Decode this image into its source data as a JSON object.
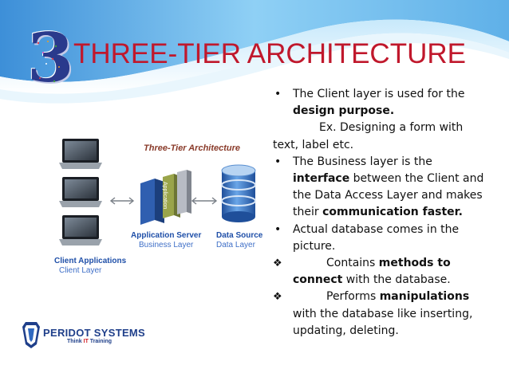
{
  "slide": {
    "number": "3",
    "title": "THREE-TIER ARCHITECTURE"
  },
  "bullets": {
    "b1_l1": "The Client layer is used for the",
    "b1_bold": "design purpose.",
    "b1_note_l1": "Ex. Designing a form with",
    "b1_note_l2": "text, label etc.",
    "b2_l1": "The Business layer is the",
    "b2_bold1": "interface",
    "b2_l2_rest": " between the Client and",
    "b2_l3": "the Data Access Layer and makes",
    "b2_l4_pre": "their ",
    "b2_bold2": "communication faster.",
    "b3_l1": "Actual database comes in the",
    "b3_l2": "picture.",
    "d1_l1_pre": "Contains ",
    "d1_bold1": "methods to",
    "d1_bold2": "connect",
    "d1_l2_rest": " with the database.",
    "d2_l1_pre": "Performs ",
    "d2_bold": "manipulations",
    "d2_l2": "with the database like inserting,",
    "d2_l3": "updating, deleting."
  },
  "diagram": {
    "title": "Three-Tier Architecture",
    "app_book_label": "Application",
    "application_server": "Application Server",
    "business_layer": "Business Layer",
    "data_source": "Data Source",
    "data_layer": "Data Layer",
    "client_applications": "Client Applications",
    "client_layer": "Client Layer"
  },
  "logo": {
    "name": "PERIDOT SYSTEMS",
    "tag_pre": "Think ",
    "tag_it": "IT",
    "tag_post": " Training"
  },
  "colors": {
    "title": "#c0182c",
    "wave": "#5fb0e8",
    "numeral": "#2a3a8c",
    "diagram_labels": "#1f4fa8"
  }
}
